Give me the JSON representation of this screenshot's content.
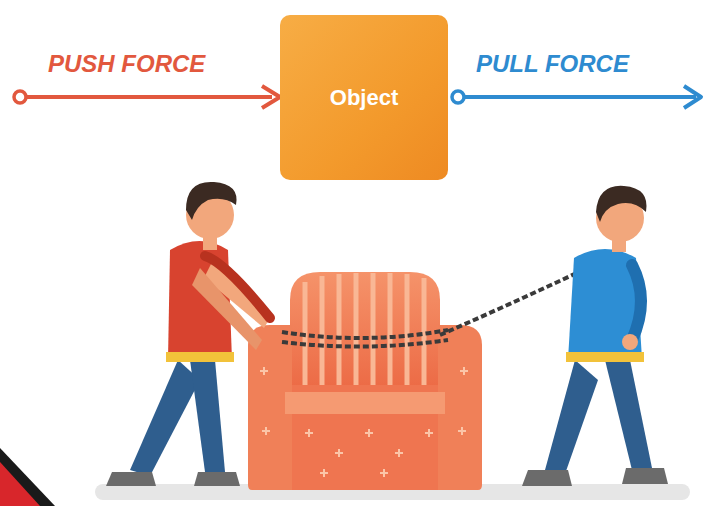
{
  "diagram": {
    "nodes": [
      {
        "text": [
          "Object"
        ]
      }
    ],
    "labels": [
      "PUSH FORCE",
      "PULL FORCE"
    ]
  }
}
